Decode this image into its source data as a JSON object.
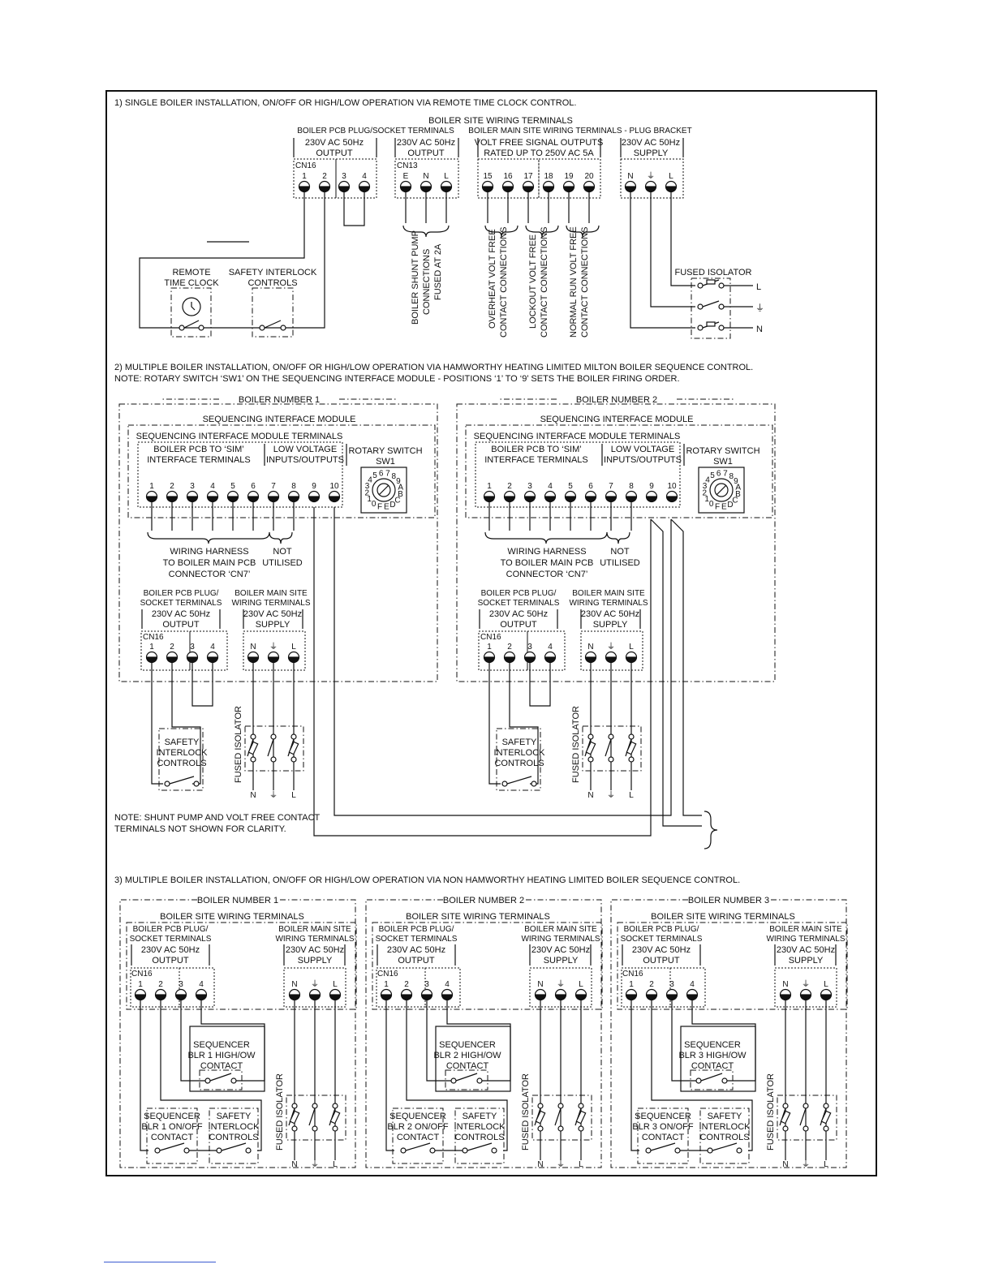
{
  "s1": {
    "heading": "1) SINGLE BOILER INSTALLATION, ON/OFF OR HIGH/LOW OPERATION VIA REMOTE TIME CLOCK CONTROL.",
    "site_terms": "BOILER SITE WIRING TERMINALS",
    "pcb_terms": "BOILER PCB PLUG/SOCKET TERMINALS",
    "main_terms": "BOILER MAIN SITE WIRING TERMINALS - PLUG BRACKET",
    "out_a": "230V AC 50Hz",
    "out_b": "OUTPUT",
    "out2_a": "230V AC 50Hz",
    "out2_b": "OUTPUT",
    "vf_a": "VOLT FREE SIGNAL OUTPUTS",
    "vf_b": "RATED UP TO 250V AC 5A",
    "sup_a": "230V AC 50Hz",
    "sup_b": "SUPPLY",
    "cn16": "CN16",
    "cn13": "CN13",
    "cn16_nums": [
      "1",
      "2",
      "3",
      "4"
    ],
    "cn13_labels": [
      "E",
      "N",
      "L"
    ],
    "vf_nums": [
      "15",
      "16",
      "17",
      "18",
      "19",
      "20"
    ],
    "sup_labels": [
      "N",
      "⏚",
      "L"
    ],
    "rtc_a": "REMOTE",
    "rtc_b": "TIME CLOCK",
    "si_a": "SAFETY INTERLOCK",
    "si_b": "CONTROLS",
    "pump": [
      "BOILER SHUNT PUMP",
      "CONNECTIONS",
      "FUSED AT 2A"
    ],
    "overheat": [
      "OVERHEAT VOLT FREE",
      "CONTACT CONNECTIONS"
    ],
    "lockout": [
      "LOCKOUT VOLT FREE",
      "CONTACT CONNECTIONS"
    ],
    "normal": [
      "NORMAL RUN VOLT FREE",
      "CONTACT CONNECTIONS"
    ],
    "fused": "FUSED ISOLATOR",
    "iso_labels": [
      "L",
      "⏚",
      "N"
    ]
  },
  "s2": {
    "heading": "2) MULTIPLE BOILER INSTALLATION, ON/OFF OR HIGH/LOW OPERATION VIA HAMWORTHY HEATING LIMITED MILTON BOILER SEQUENCE CONTROL.",
    "note": "NOTE: ROTARY SWITCH ‘SW1’ ON THE SEQUENCING INTERFACE MODULE - POSITIONS ‘1’ TO ‘9’ SETS THE BOILER FIRING ORDER.",
    "boilers": [
      {
        "title": "BOILER NUMBER 1",
        "sim": "SEQUENCING INTERFACE MODULE",
        "sim_terms": "SEQUENCING INTERFACE MODULE TERMINALS",
        "pcb_a": "BOILER PCB TO ‘SIM’",
        "pcb_b": "INTERFACE TERMINALS",
        "lv_a": "LOW VOLTAGE",
        "lv_b": "INPUTS/OUTPUTS",
        "rot_a": "ROTARY SWITCH",
        "rot_b": "SW1",
        "nums": [
          "1",
          "2",
          "3",
          "4",
          "5",
          "6",
          "7",
          "8",
          "9",
          "10"
        ],
        "harness": [
          "WIRING HARNESS",
          "TO BOILER MAIN PCB",
          "CONNECTOR ‘CN7’"
        ],
        "notused": [
          "NOT",
          "UTILISED"
        ],
        "pcb_plug": [
          "BOILER PCB PLUG/",
          "SOCKET TERMINALS"
        ],
        "main_site": [
          "BOILER MAIN SITE",
          "WIRING TERMINALS"
        ],
        "out": [
          "230V AC 50Hz",
          "OUTPUT"
        ],
        "sup": [
          "230V AC 50Hz",
          "SUPPLY"
        ],
        "cn16": "CN16",
        "cn16_nums": [
          "1",
          "2",
          "3",
          "4"
        ],
        "sup_labels": [
          "N",
          "⏚",
          "L"
        ],
        "safety": [
          "SAFETY",
          "INTERLOCK",
          "CONTROLS"
        ],
        "fused": "FUSED ISOLATOR",
        "iso_labels": [
          "N",
          "⏚",
          "L"
        ]
      },
      {
        "title": "BOILER NUMBER 2",
        "sim": "SEQUENCING INTERFACE MODULE",
        "sim_terms": "SEQUENCING INTERFACE MODULE TERMINALS",
        "pcb_a": "BOILER PCB TO ‘SIM’",
        "pcb_b": "INTERFACE TERMINALS",
        "lv_a": "LOW VOLTAGE",
        "lv_b": "INPUTS/OUTPUTS",
        "rot_a": "ROTARY SWITCH",
        "rot_b": "SW1",
        "nums": [
          "1",
          "2",
          "3",
          "4",
          "5",
          "6",
          "7",
          "8",
          "9",
          "10"
        ],
        "harness": [
          "WIRING HARNESS",
          "TO BOILER MAIN PCB",
          "CONNECTOR ‘CN7’"
        ],
        "notused": [
          "NOT",
          "UTILISED"
        ],
        "pcb_plug": [
          "BOILER PCB PLUG/",
          "SOCKET TERMINALS"
        ],
        "main_site": [
          "BOILER MAIN SITE",
          "WIRING TERMINALS"
        ],
        "out": [
          "230V AC 50Hz",
          "OUTPUT"
        ],
        "sup": [
          "230V AC 50Hz",
          "SUPPLY"
        ],
        "cn16": "CN16",
        "cn16_nums": [
          "1",
          "2",
          "3",
          "4"
        ],
        "sup_labels": [
          "N",
          "⏚",
          "L"
        ],
        "safety": [
          "SAFETY",
          "INTERLOCK",
          "CONTROLS"
        ],
        "fused": "FUSED ISOLATOR",
        "iso_labels": [
          "N",
          "⏚",
          "L"
        ]
      }
    ],
    "bottom_note": [
      "NOTE: SHUNT PUMP AND VOLT FREE CONTACT",
      "TERMINALS NOT SHOWN FOR CLARITY."
    ]
  },
  "s3": {
    "heading": "3) MULTIPLE BOILER INSTALLATION, ON/OFF OR HIGH/LOW OPERATION VIA NON HAMWORTHY HEATING LIMITED BOILER SEQUENCE CONTROL.",
    "boilers": [
      {
        "title": "BOILER NUMBER 1",
        "site": "BOILER SITE WIRING TERMINALS",
        "pcb_plug": [
          "BOILER PCB PLUG/",
          "SOCKET TERMINALS"
        ],
        "main_site": [
          "BOILER MAIN SITE",
          "WIRING TERMINALS"
        ],
        "out": [
          "230V AC 50Hz",
          "OUTPUT"
        ],
        "sup": [
          "230V AC 50Hz",
          "SUPPLY"
        ],
        "cn16": "CN16",
        "cn16_nums": [
          "1",
          "2",
          "3",
          "4"
        ],
        "sup_labels": [
          "N",
          "⏚",
          "L"
        ],
        "hl": [
          "SEQUENCER",
          "BLR 1 HIGH/OW",
          "CONTACT"
        ],
        "onoff": [
          "SEQUENCER",
          "BLR 1 ON/OFF",
          "CONTACT"
        ],
        "safety": [
          "SAFETY",
          "INTERLOCK",
          "CONTROLS"
        ],
        "fused": "FUSED ISOLATOR",
        "iso_labels": [
          "N",
          "⏚",
          "L"
        ]
      },
      {
        "title": "BOILER NUMBER 2",
        "site": "BOILER SITE WIRING TERMINALS",
        "pcb_plug": [
          "BOILER PCB PLUG/",
          "SOCKET TERMINALS"
        ],
        "main_site": [
          "BOILER MAIN SITE",
          "WIRING TERMINALS"
        ],
        "out": [
          "230V AC 50Hz",
          "OUTPUT"
        ],
        "sup": [
          "230V AC 50Hz",
          "SUPPLY"
        ],
        "cn16": "CN16",
        "cn16_nums": [
          "1",
          "2",
          "3",
          "4"
        ],
        "sup_labels": [
          "N",
          "⏚",
          "L"
        ],
        "hl": [
          "SEQUENCER",
          "BLR 2 HIGH/OW",
          "CONTACT"
        ],
        "onoff": [
          "SEQUENCER",
          "BLR 2 ON/OFF",
          "CONTACT"
        ],
        "safety": [
          "SAFETY",
          "INTERLOCK",
          "CONTROLS"
        ],
        "fused": "FUSED ISOLATOR",
        "iso_labels": [
          "N",
          "⏚",
          "L"
        ]
      },
      {
        "title": "BOILER NUMBER 3",
        "site": "BOILER SITE WIRING TERMINALS",
        "pcb_plug": [
          "BOILER PCB PLUG/",
          "SOCKET TERMINALS"
        ],
        "main_site": [
          "BOILER MAIN SITE",
          "WIRING TERMINALS"
        ],
        "out": [
          "230V AC 50Hz",
          "OUTPUT"
        ],
        "sup": [
          "230V AC 50Hz",
          "SUPPLY"
        ],
        "cn16": "CN16",
        "cn16_nums": [
          "1",
          "2",
          "3",
          "4"
        ],
        "sup_labels": [
          "N",
          "⏚",
          "L"
        ],
        "hl": [
          "SEQUENCER",
          "BLR 3 HIGH/OW",
          "CONTACT"
        ],
        "onoff": [
          "SEQUENCER",
          "BLR 3 ON/OFF",
          "CONTACT"
        ],
        "safety": [
          "SAFETY",
          "INTERLOCK",
          "CONTROLS"
        ],
        "fused": "FUSED ISOLATOR",
        "iso_labels": [
          "N",
          "⏚",
          "L"
        ]
      }
    ]
  }
}
